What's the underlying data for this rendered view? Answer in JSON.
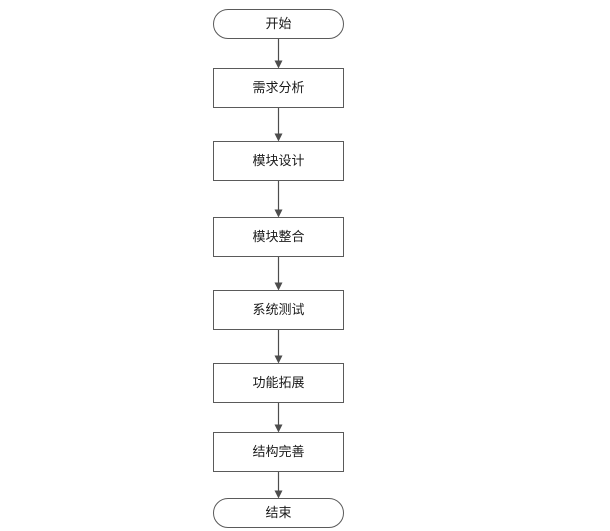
{
  "flowchart": {
    "nodes": [
      {
        "id": "start",
        "shape": "terminal",
        "label": "开始"
      },
      {
        "id": "requirement-analysis",
        "shape": "process",
        "label": "需求分析"
      },
      {
        "id": "module-design",
        "shape": "process",
        "label": "模块设计"
      },
      {
        "id": "module-integration",
        "shape": "process",
        "label": "模块整合"
      },
      {
        "id": "system-testing",
        "shape": "process",
        "label": "系统测试"
      },
      {
        "id": "feature-extension",
        "shape": "process",
        "label": "功能拓展"
      },
      {
        "id": "structure-refinement",
        "shape": "process",
        "label": "结构完善"
      },
      {
        "id": "end",
        "shape": "terminal",
        "label": "结束"
      }
    ],
    "edges": [
      {
        "from": "start",
        "to": "requirement-analysis"
      },
      {
        "from": "requirement-analysis",
        "to": "module-design"
      },
      {
        "from": "module-design",
        "to": "module-integration"
      },
      {
        "from": "module-integration",
        "to": "system-testing"
      },
      {
        "from": "system-testing",
        "to": "feature-extension"
      },
      {
        "from": "feature-extension",
        "to": "structure-refinement"
      },
      {
        "from": "structure-refinement",
        "to": "end"
      }
    ],
    "colors": {
      "stroke": "#5a5a5a",
      "fill": "#ffffff",
      "text": "#1a1a1a",
      "arrow": "#4d4d4d"
    }
  }
}
